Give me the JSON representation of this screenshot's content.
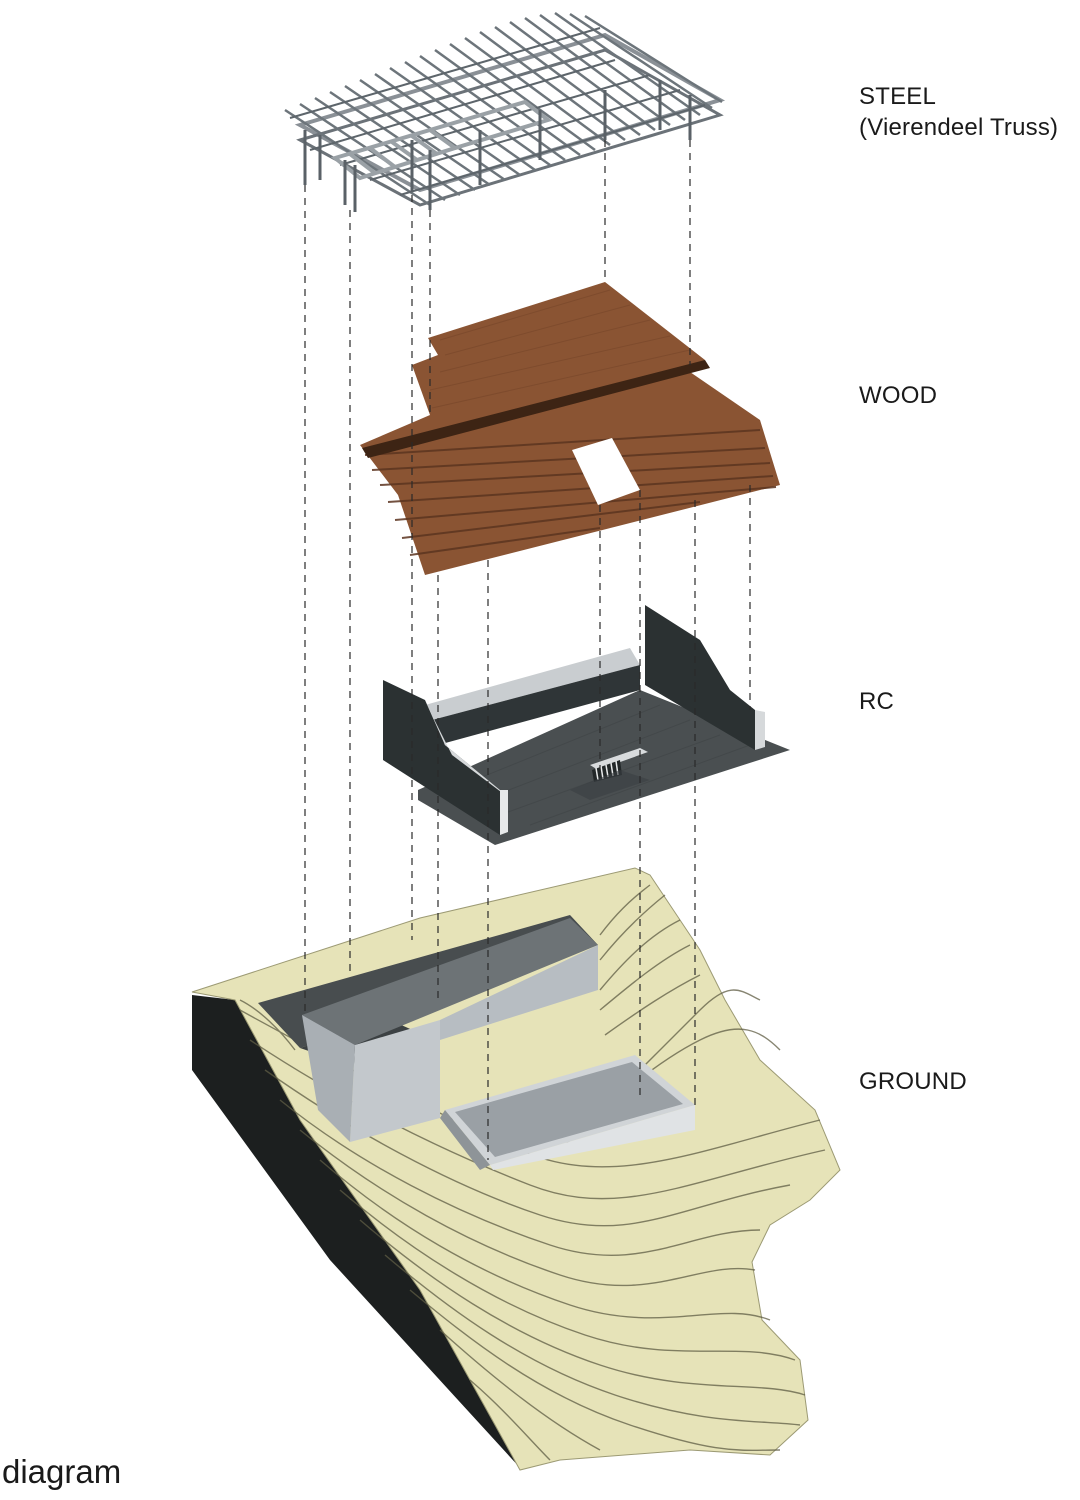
{
  "layers": {
    "steel": {
      "label": "STEEL",
      "sublabel": "(Vierendeel Truss)"
    },
    "wood": {
      "label": "WOOD"
    },
    "rc": {
      "label": "RC"
    },
    "ground": {
      "label": "GROUND"
    }
  },
  "caption": "diagram",
  "colors": {
    "steel": "#8a9096",
    "steel_dark": "#4a5056",
    "wood": "#8a5433",
    "wood_dark": "#5c3520",
    "concrete_dark": "#2b3132",
    "concrete_floor": "#4a4f51",
    "concrete_light": "#b7bdc2",
    "terrain": "#e6e3b8",
    "terrain_edge": "#1c1f1f"
  }
}
